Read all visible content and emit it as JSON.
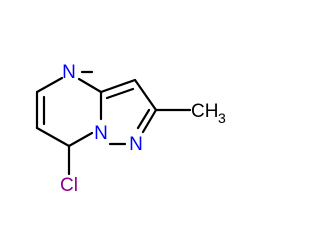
{
  "molecule": {
    "atoms": {
      "n4": {
        "text": "N",
        "color": "#0000ff"
      },
      "n1": {
        "text": "N",
        "color": "#0000ff"
      },
      "n8": {
        "text": "N",
        "color": "#0000ff"
      },
      "cl": {
        "text": "Cl",
        "color": "#8b008b"
      },
      "methyl": {
        "text": "CH",
        "subscript": "3",
        "color": "#000000"
      }
    }
  }
}
